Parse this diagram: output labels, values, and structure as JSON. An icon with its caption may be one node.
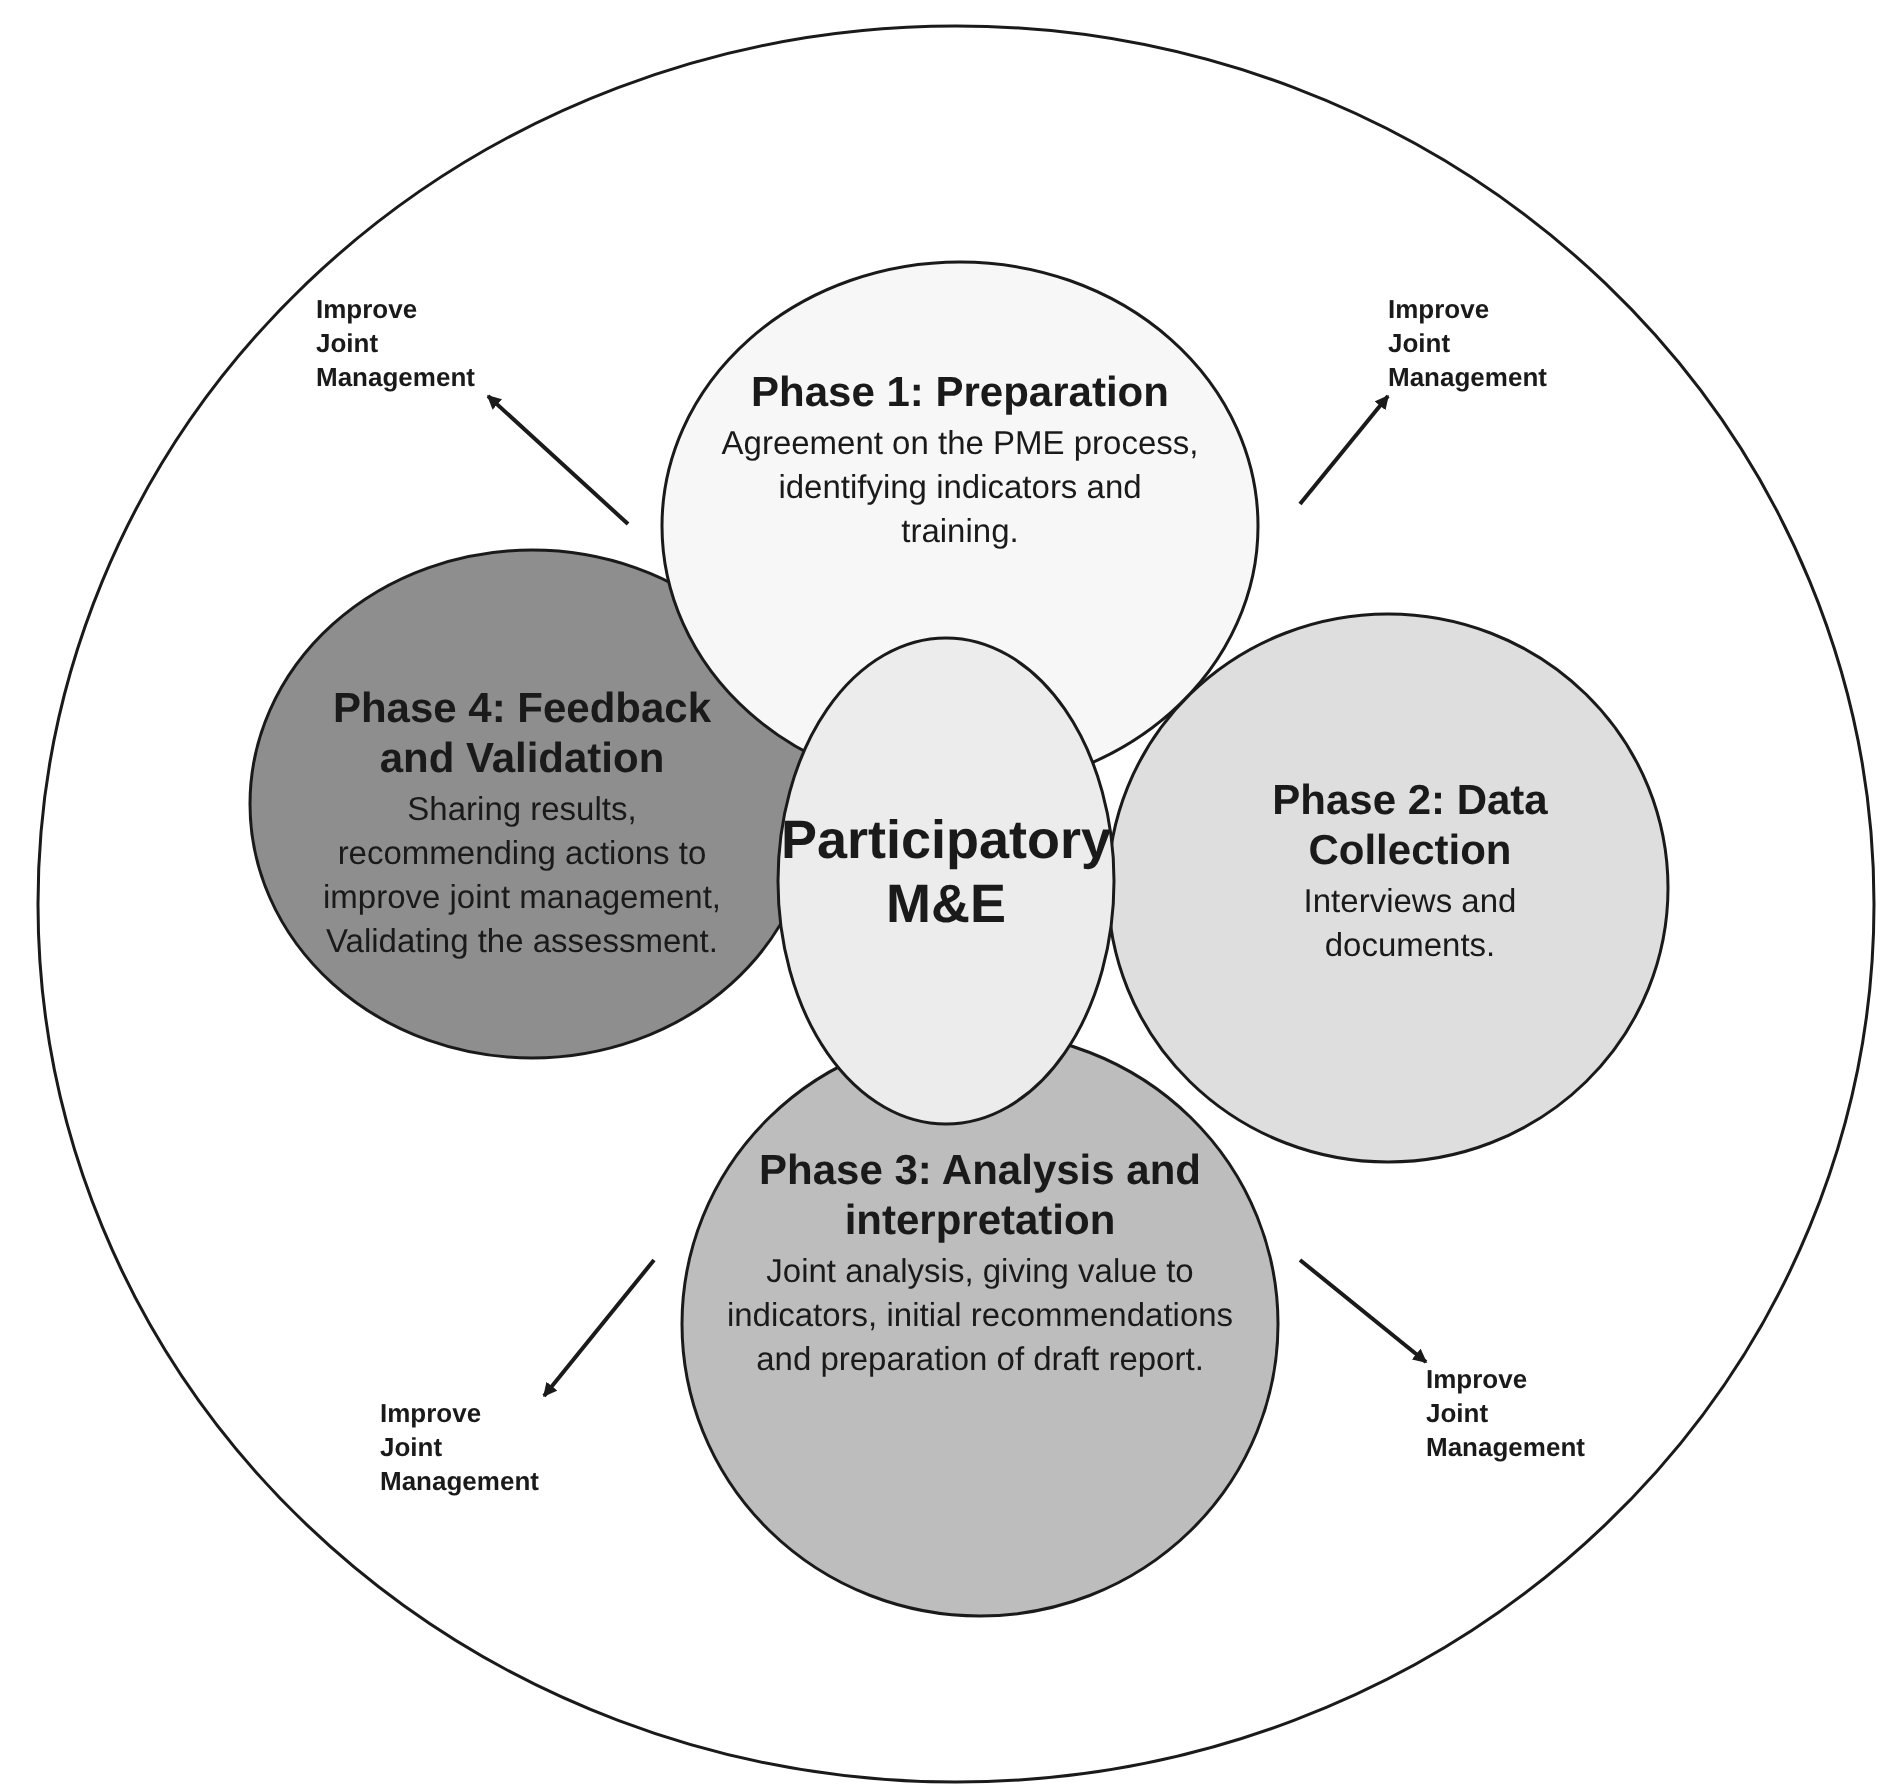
{
  "diagram": {
    "nodes": [
      {
        "text": [],
        "shape": "circle"
      },
      {
        "text": [
          "Phase 1: Preparation",
          "Agreement on the PME process, identifying indicators and training."
        ],
        "in": 0
      },
      {
        "text": [
          "Phase 4: Feedback and Validation",
          "Sharing results, recommending actions to improve joint management, Validating the assessment."
        ],
        "in": 0
      },
      {
        "text": [
          "Participatory M&E"
        ],
        "in": 0
      },
      {
        "text": [
          "Phase 2: Data Collection",
          "Interviews and documents."
        ],
        "in": 0
      },
      {
        "text": [
          "Phase 3: Analysis and interpretation",
          "Joint analysis, giving value to indicators, initial recommendations and preparation of draft report."
        ],
        "in": 0
      },
      {
        "text": [
          "Improve Joint Management"
        ],
        "in": 0
      },
      {
        "text": [
          "Improve Joint Management"
        ],
        "in": 0
      },
      {
        "text": [
          "Improve Joint Management"
        ],
        "in": 0
      },
      {
        "text": [
          "Improve Joint Management"
        ],
        "in": 0
      }
    ],
    "edges": [
      {
        "from": null,
        "to": 6,
        "arrow": "to"
      },
      {
        "from": null,
        "to": 7,
        "arrow": "to"
      },
      {
        "from": null,
        "to": 8,
        "arrow": "to"
      },
      {
        "from": null,
        "to": 9,
        "arrow": "to"
      }
    ]
  }
}
